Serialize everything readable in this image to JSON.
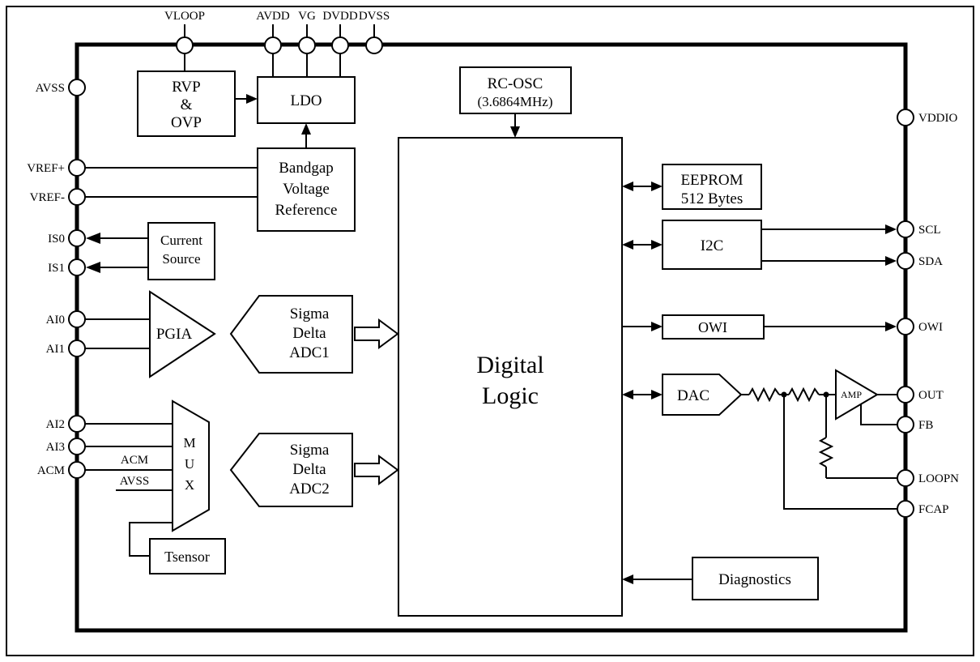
{
  "pins": {
    "top": [
      "VLOOP",
      "AVDD",
      "VG",
      "DVDD",
      "DVSS"
    ],
    "left": [
      "AVSS",
      "VREF+",
      "VREF-",
      "IS0",
      "IS1",
      "AI0",
      "AI1",
      "AI2",
      "AI3",
      "ACM"
    ],
    "right": [
      "VDDIO",
      "SCL",
      "SDA",
      "OWI",
      "OUT",
      "FB",
      "LOOPN",
      "FCAP"
    ]
  },
  "blocks": {
    "rvp_ovp": {
      "lines": [
        "RVP",
        "&",
        "OVP"
      ]
    },
    "ldo": {
      "label": "LDO"
    },
    "bandgap": {
      "lines": [
        "Bandgap",
        "Voltage",
        "Reference"
      ]
    },
    "rc_osc": {
      "lines": [
        "RC-OSC",
        "(3.6864MHz)"
      ]
    },
    "current_source": {
      "lines": [
        "Current",
        "Source"
      ]
    },
    "pgia": {
      "label": "PGIA"
    },
    "adc1": {
      "lines": [
        "Sigma",
        "Delta",
        "ADC1"
      ]
    },
    "mux": {
      "letters": [
        "M",
        "U",
        "X"
      ]
    },
    "adc2": {
      "lines": [
        "Sigma",
        "Delta",
        "ADC2"
      ]
    },
    "tsensor": {
      "label": "Tsensor"
    },
    "digital_logic": {
      "lines": [
        "Digital",
        "Logic"
      ]
    },
    "eeprom": {
      "lines": [
        "EEPROM",
        "512 Bytes"
      ]
    },
    "i2c": {
      "label": "I2C"
    },
    "owi": {
      "label": "OWI"
    },
    "dac": {
      "label": "DAC"
    },
    "amp": {
      "label": "AMP"
    },
    "diagnostics": {
      "label": "Diagnostics"
    }
  },
  "inline_labels": {
    "acm": "ACM",
    "avss": "AVSS"
  },
  "colors": {
    "line": "#000000",
    "background": "#ffffff"
  }
}
